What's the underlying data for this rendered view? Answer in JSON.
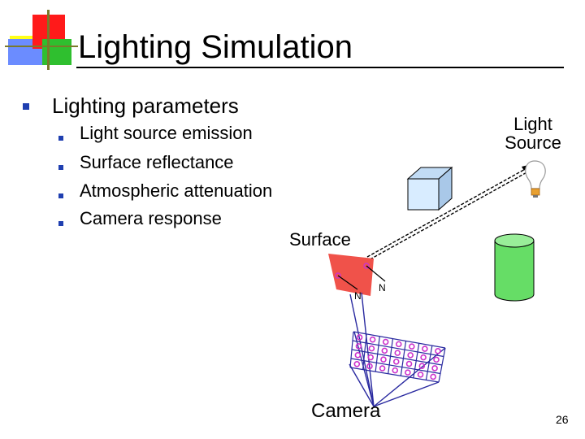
{
  "slide": {
    "title": "Lighting Simulation",
    "main_bullet": "Lighting parameters",
    "sub_bullets": [
      "Light source emission",
      "Surface reflectance",
      "Atmospheric attenuation",
      "Camera response"
    ],
    "page_number": "26"
  },
  "diagram": {
    "light_label_line1": "Light",
    "light_label_line2": "Source",
    "surface_label": "Surface",
    "camera_label": "Camera",
    "normal_label_left": "N",
    "normal_label_right": "N"
  },
  "colors": {
    "bullet": "#1f3fb0",
    "surface_patch": "#f0524a",
    "box": "#d8ecff",
    "cylinder": "#66dd66",
    "pixel_marker": "#cc33cc",
    "camera_grid": "#2a2aa0"
  },
  "icons": [
    "light-bulb-icon"
  ]
}
